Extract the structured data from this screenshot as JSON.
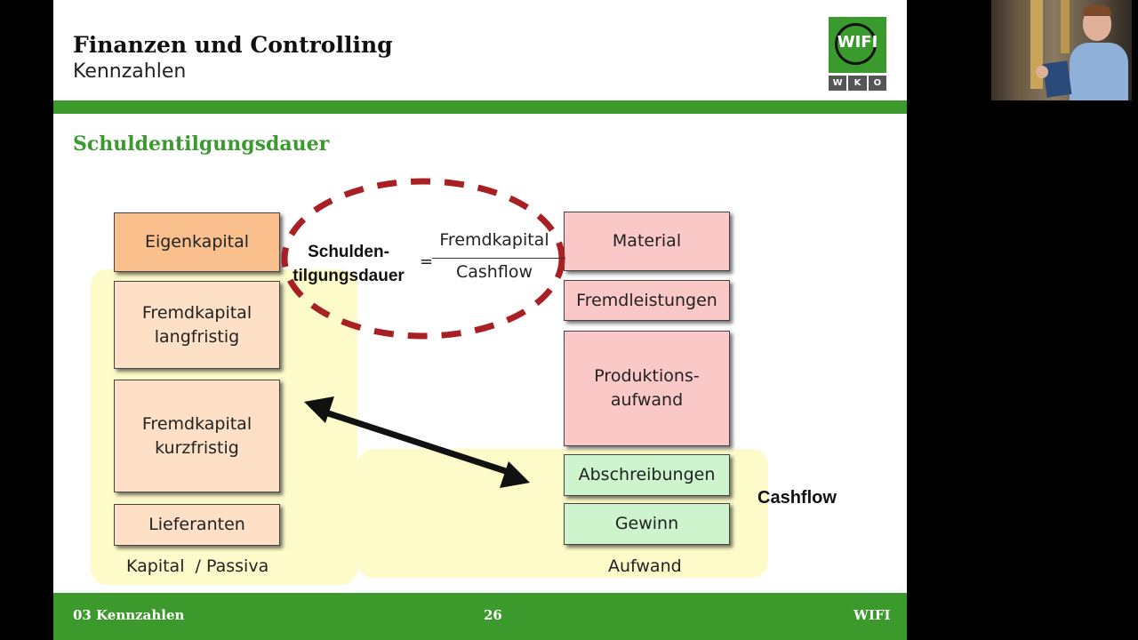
{
  "header": {
    "title": "Finanzen und Controlling",
    "subtitle": "Kennzahlen",
    "logo": {
      "text": "WIFI",
      "bar": [
        "W",
        "K",
        "O"
      ]
    }
  },
  "section_title": "Schuldentilgungsdauer",
  "passiva": {
    "items": [
      {
        "lines": [
          "Eigenkapital"
        ]
      },
      {
        "lines": [
          "Fremdkapital",
          "langfristig"
        ]
      },
      {
        "lines": [
          "Fremdkapital",
          "kurzfristig"
        ]
      },
      {
        "lines": [
          "Lieferanten"
        ]
      }
    ],
    "caption": "Kapital  / Passiva"
  },
  "aufwand": {
    "items": [
      {
        "lines": [
          "Material"
        ]
      },
      {
        "lines": [
          "Fremdleistungen"
        ]
      },
      {
        "lines": [
          "Produktions-",
          "aufwand"
        ]
      },
      {
        "lines": [
          "Abschreibungen"
        ]
      },
      {
        "lines": [
          "Gewinn"
        ]
      }
    ],
    "caption": "Aufwand"
  },
  "formula": {
    "lhs": [
      "Schulden-",
      "tilgungsdauer"
    ],
    "equals": "=",
    "numerator": "Fremdkapital",
    "denominator": "Cashflow"
  },
  "cashflow_label": "Cashflow",
  "footer": {
    "left": "03 Kennzahlen",
    "page": "26",
    "right": "WIFI"
  },
  "colors": {
    "green": "#3c9a2d",
    "highlight": "#fdfbc9",
    "ellipse": "#a82024"
  }
}
